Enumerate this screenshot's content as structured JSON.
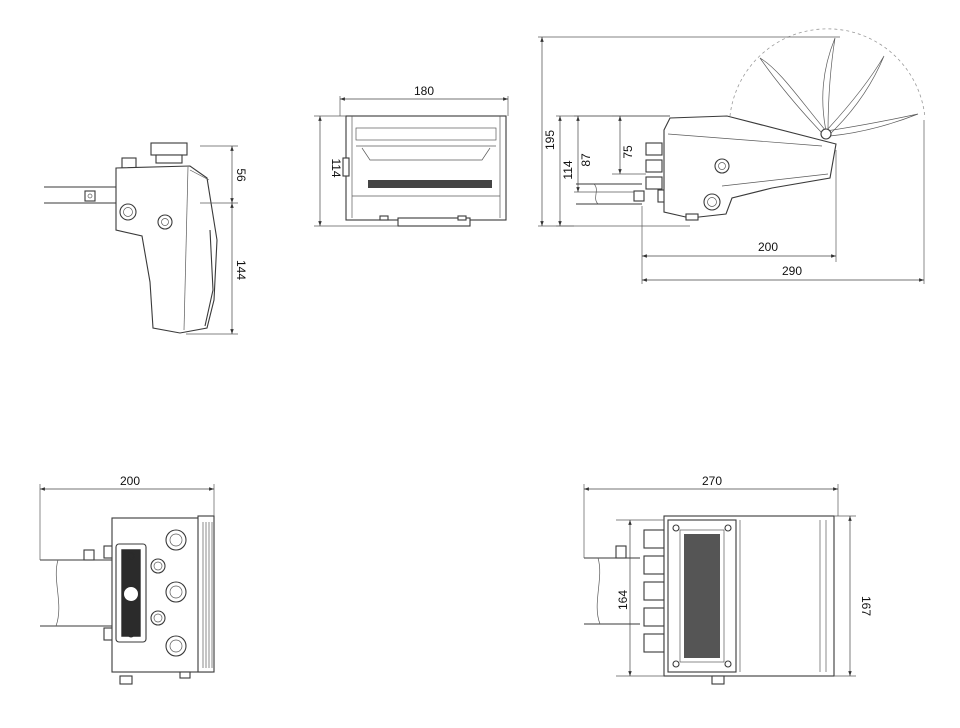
{
  "dimensions": {
    "side_left": {
      "top": "56",
      "bottom": "144"
    },
    "front_top": {
      "width": "180",
      "height": "114"
    },
    "side_right": {
      "h195": "195",
      "h114": "114",
      "h87": "87",
      "h75": "75",
      "w200": "200",
      "w290": "290"
    },
    "bottom_left": {
      "width": "200"
    },
    "bottom_right": {
      "width": "270",
      "h164": "164",
      "h167": "167"
    }
  }
}
